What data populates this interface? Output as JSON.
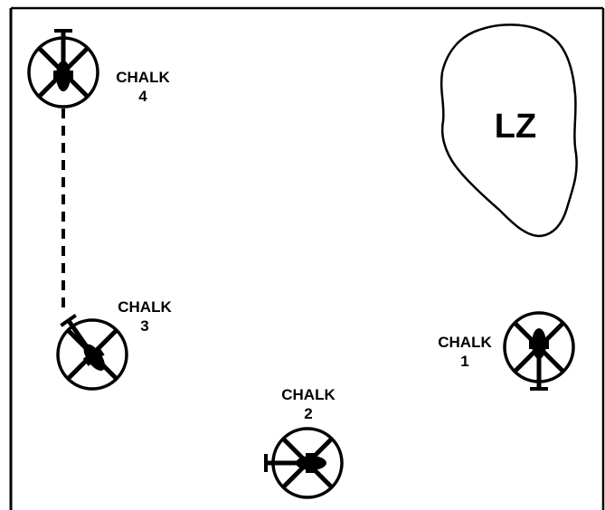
{
  "lz": {
    "label": "LZ"
  },
  "chalks": [
    {
      "id": "chalk-1",
      "word": "CHALK",
      "number": "1"
    },
    {
      "id": "chalk-2",
      "word": "CHALK",
      "number": "2"
    },
    {
      "id": "chalk-3",
      "word": "CHALK",
      "number": "3"
    },
    {
      "id": "chalk-4",
      "word": "CHALK",
      "number": "4"
    }
  ],
  "colors": {
    "ink": "#000000",
    "background": "#ffffff"
  },
  "icons": [
    "helicopter-icon",
    "rotor-disc-icon"
  ]
}
